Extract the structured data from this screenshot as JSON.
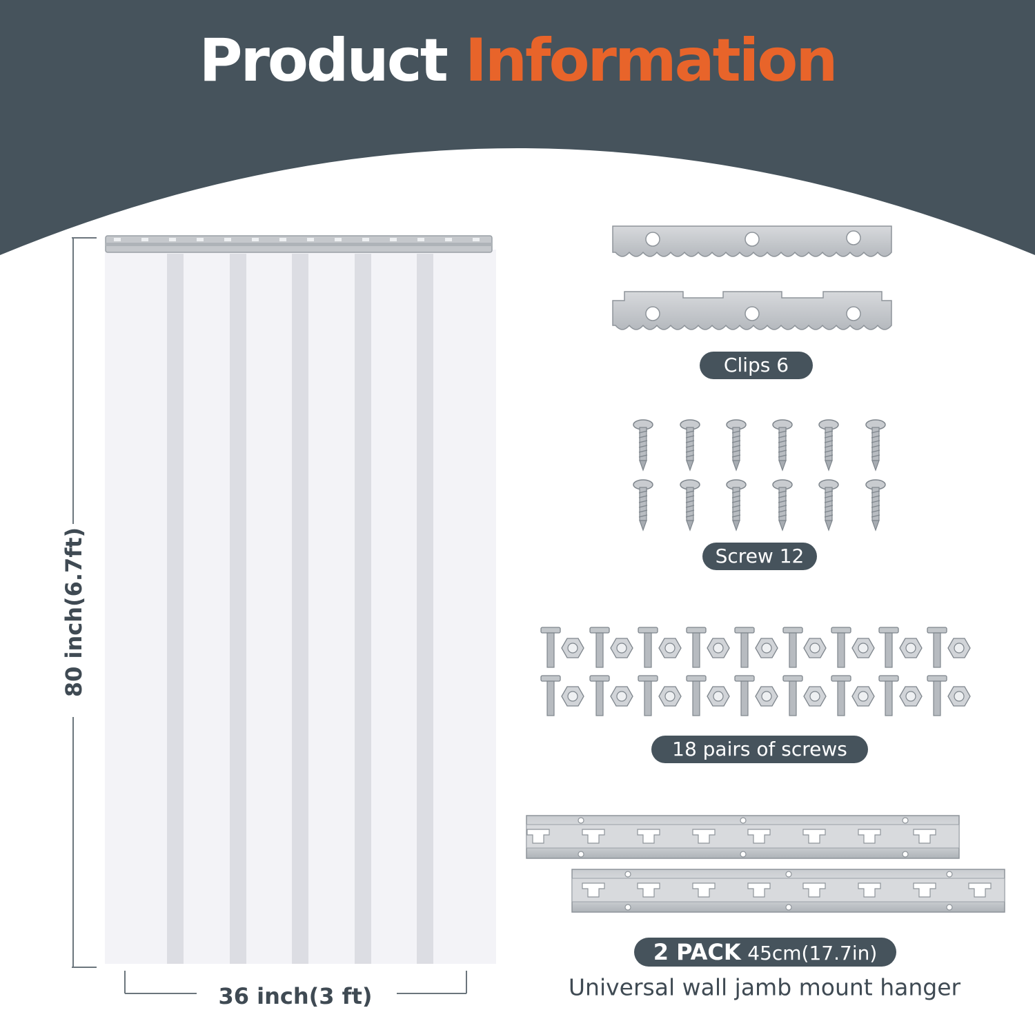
{
  "header": {
    "title_main": "Product",
    "title_accent": "Information",
    "bg_color": "#46535c",
    "accent_color": "#e8642a"
  },
  "dimensions": {
    "height_label": "80 inch(6.7ft)",
    "width_label": "36 inch(3 ft)"
  },
  "components": {
    "clips": {
      "label": "Clips 6"
    },
    "screws": {
      "label": "Screw 12"
    },
    "bolt_pairs": {
      "label": "18 pairs of screws"
    },
    "hanger": {
      "pack_label": "2 PACK",
      "size_label": "45cm(17.7in)",
      "caption": "Universal wall jamb mount hanger"
    }
  }
}
